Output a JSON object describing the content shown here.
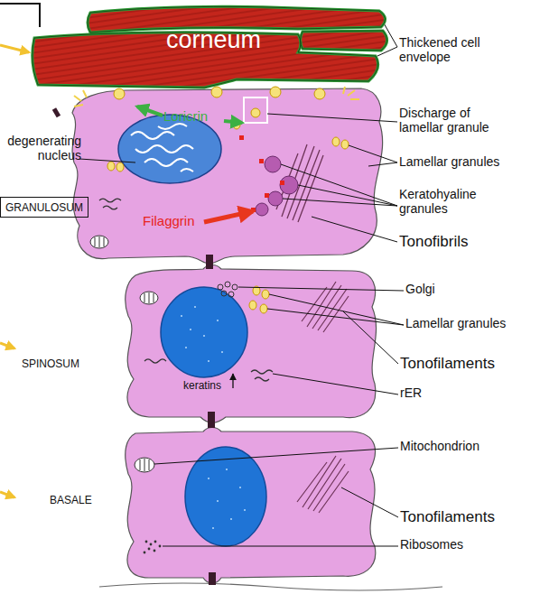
{
  "diagram": {
    "nodes": [
      {
        "text": [
          "corneum"
        ]
      },
      {
        "text": [
          "GRANULOSUM"
        ]
      }
    ],
    "labels": [
      "degenerating nucleus",
      "Loricrin",
      "Filaggrin",
      "Thickened cell envelope",
      "Discharge of lamellar granule",
      "Lamellar granules",
      "Keratohyaline granules",
      "Tonofibrils",
      "Golgi",
      "Lamellar granules",
      "Tonofilaments",
      "rER",
      "keratins",
      "SPINOSUM",
      "Mitochondrion",
      "BASALE",
      "Tonofilaments",
      "Ribosomes"
    ]
  }
}
